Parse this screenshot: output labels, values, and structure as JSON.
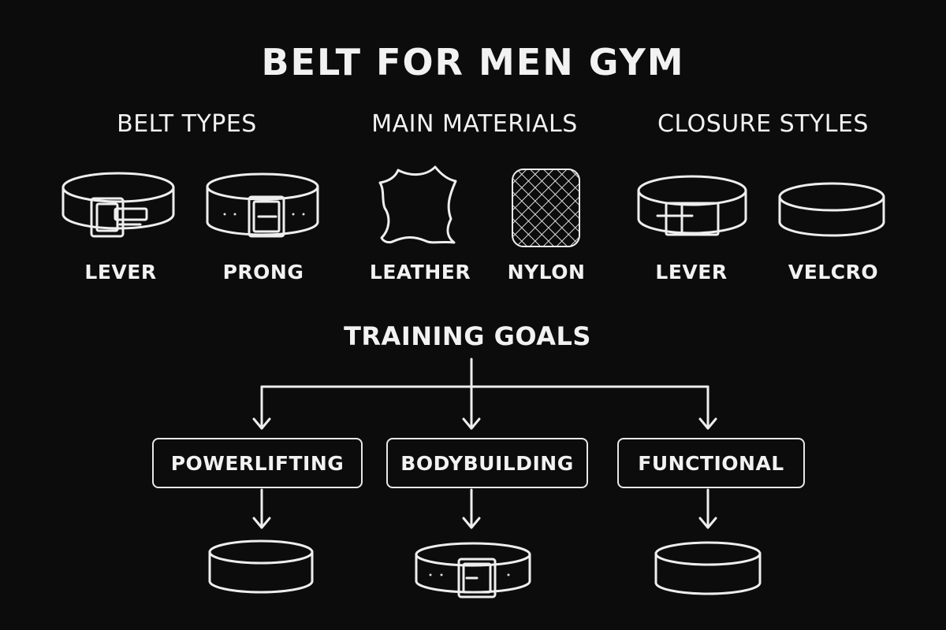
{
  "title": "BELT FOR MEN GYM",
  "sections": [
    {
      "label": "BELT TYPES",
      "items": [
        {
          "label": "LEVER",
          "icon": "lever-belt-icon"
        },
        {
          "label": "PRONG",
          "icon": "prong-belt-icon"
        }
      ]
    },
    {
      "label": "MAIN MATERIALS",
      "items": [
        {
          "label": "LEATHER",
          "icon": "leather-hide-icon"
        },
        {
          "label": "NYLON",
          "icon": "nylon-mesh-icon"
        }
      ]
    },
    {
      "label": "CLOSURE STYLES",
      "items": [
        {
          "label": "LEVER",
          "icon": "lever-closure-icon"
        },
        {
          "label": "VELCRO",
          "icon": "velcro-belt-icon"
        }
      ]
    }
  ],
  "training": {
    "label": "TRAINING GOALS",
    "goals": [
      {
        "label": "POWERLIFTING",
        "icon": "plain-belt-icon"
      },
      {
        "label": "BODYBUILDING",
        "icon": "buckle-belt-icon"
      },
      {
        "label": "FUNCTIONAL",
        "icon": "plain-belt-icon"
      }
    ]
  },
  "colors": {
    "background": "#0c0c0c",
    "stroke": "#eeeeee"
  }
}
